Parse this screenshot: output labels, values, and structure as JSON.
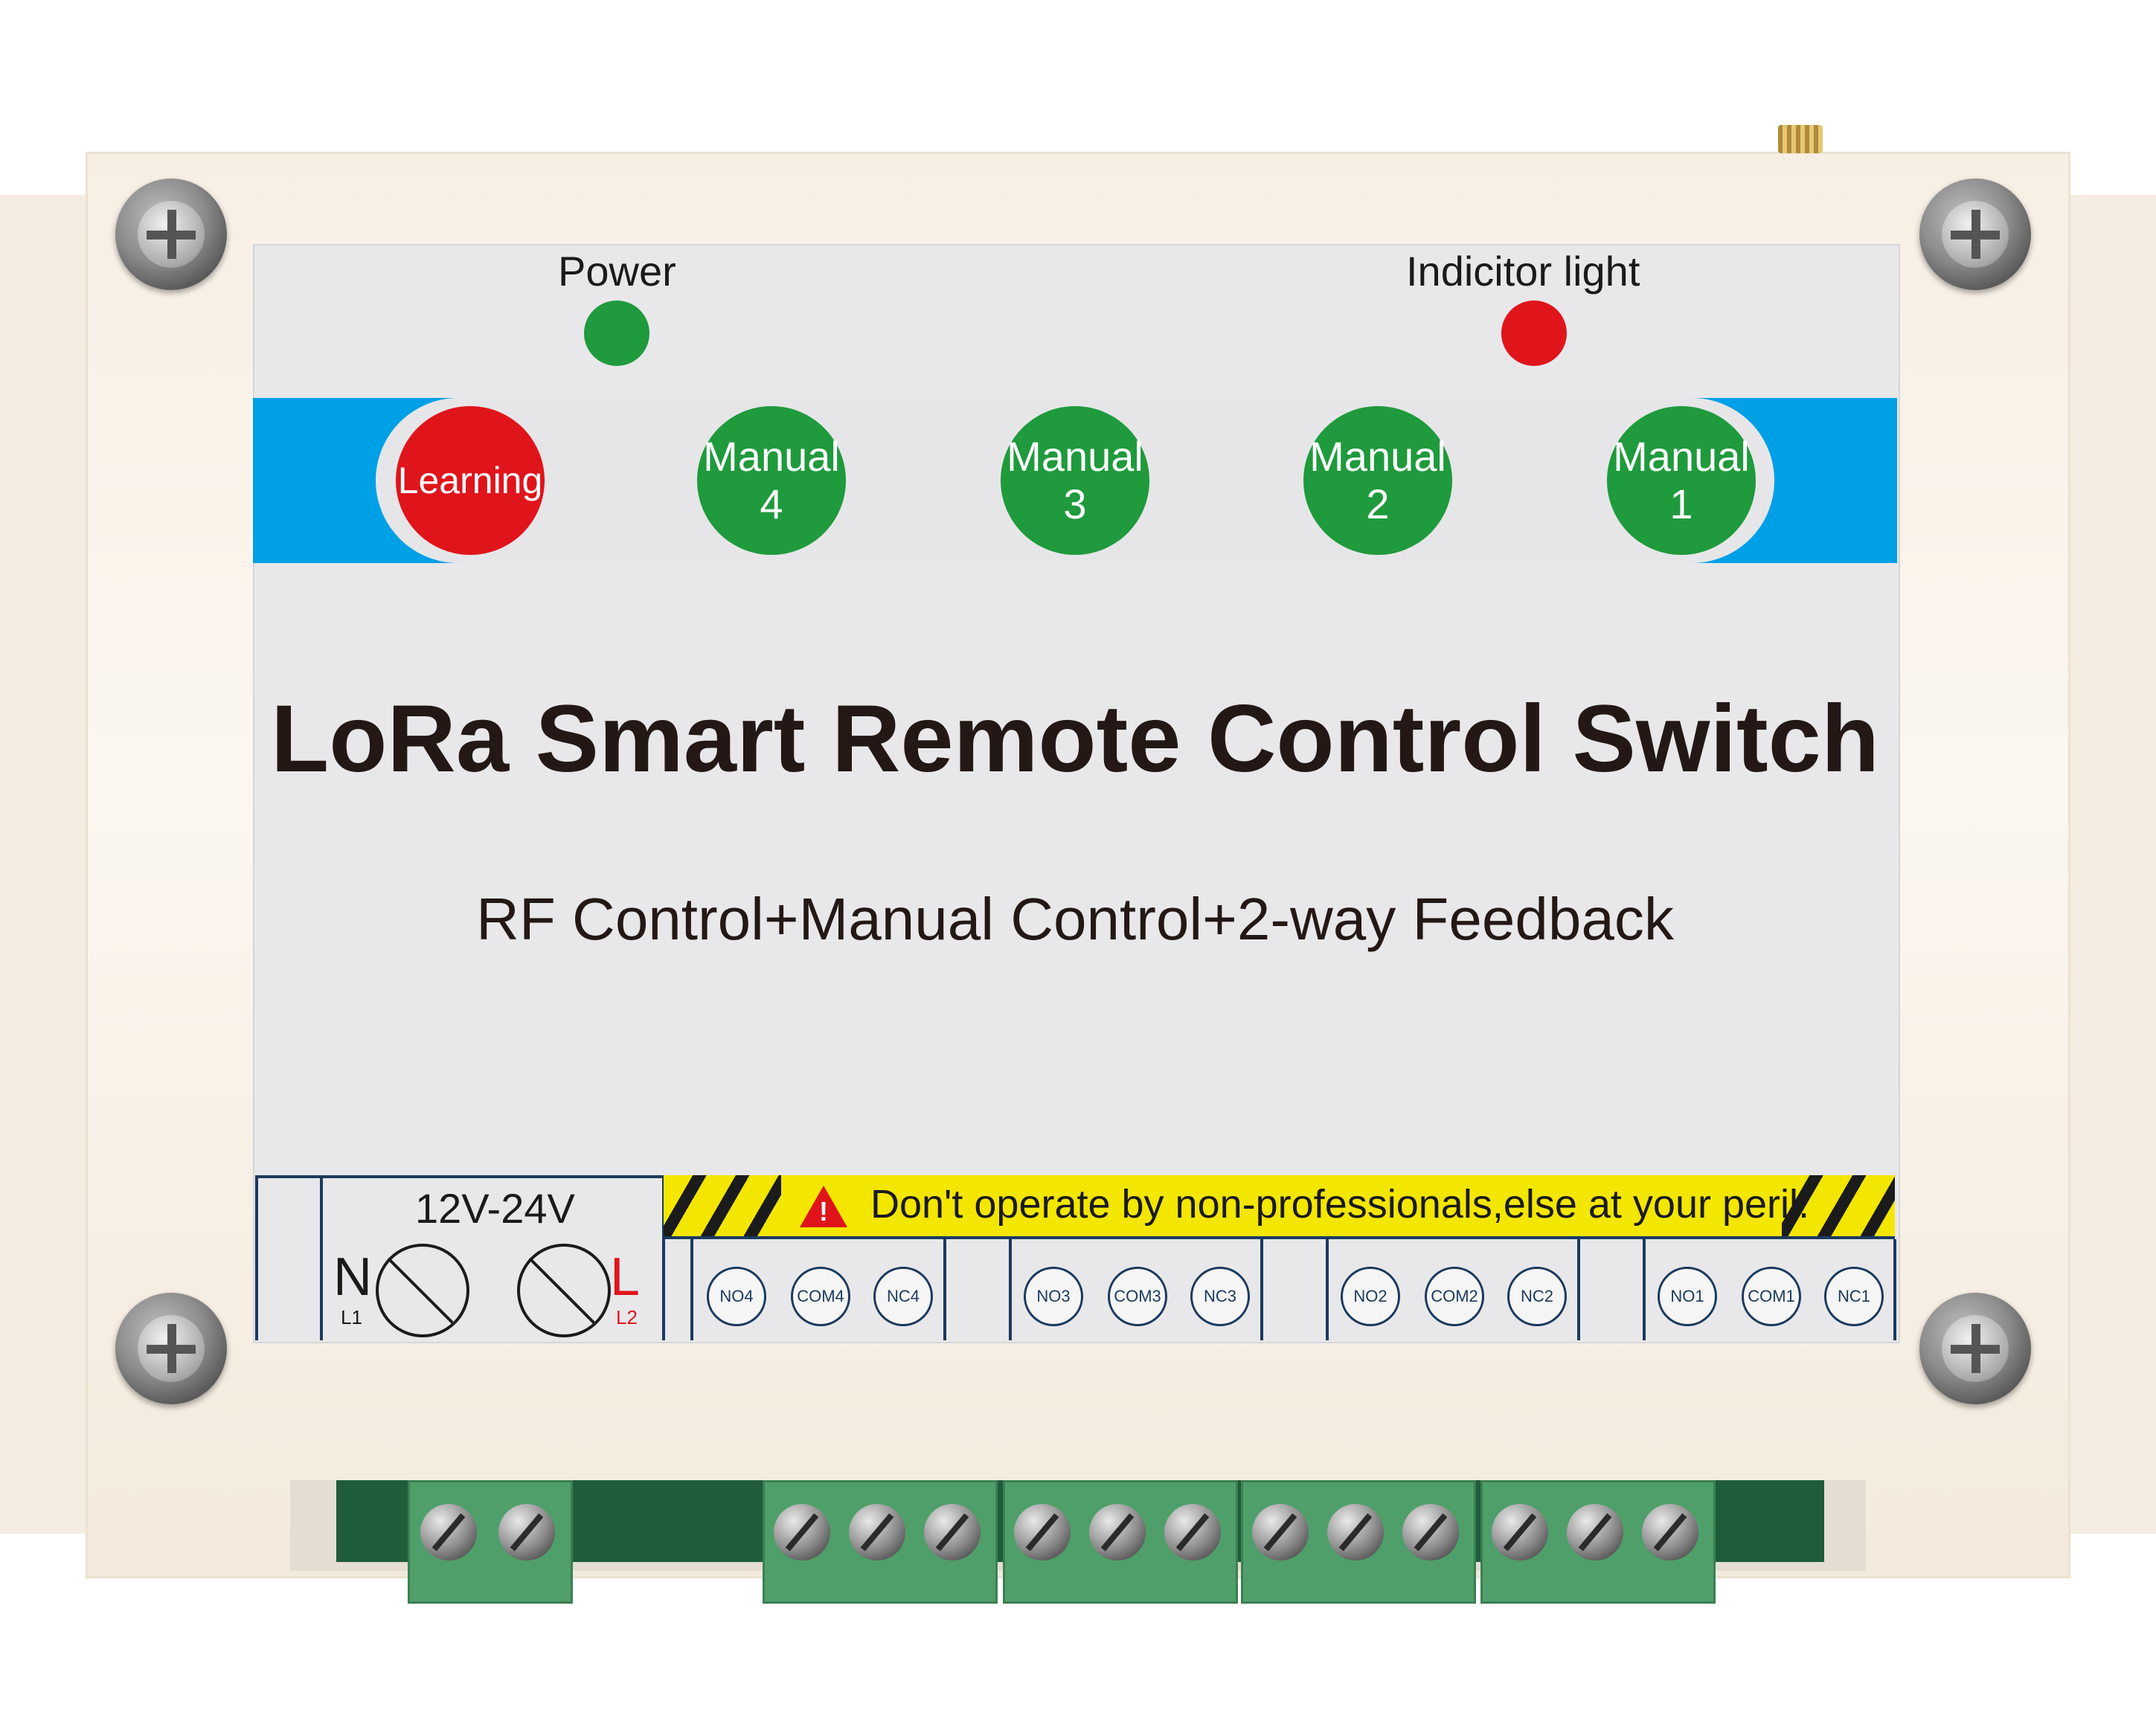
{
  "indicators": {
    "power_label": "Power",
    "indicator_label": "Indicitor light",
    "power_color": "#1f9a3c",
    "indicator_color": "#e0141b"
  },
  "buttons": [
    {
      "line1": "Learning",
      "line2": ""
    },
    {
      "line1": "Manual",
      "line2": "4"
    },
    {
      "line1": "Manual",
      "line2": "3"
    },
    {
      "line1": "Manual",
      "line2": "2"
    },
    {
      "line1": "Manual",
      "line2": "1"
    }
  ],
  "title": "LoRa Smart Remote Control Switch",
  "subtitle": "RF Control+Manual Control+2-way Feedback",
  "power_terminal": {
    "voltage": "12V-24V",
    "n_label": "N",
    "n_sub": "L1",
    "l_label": "L",
    "l_sub": "L2"
  },
  "warning": "Don't operate by non-professionals,else at your peril.",
  "relays": [
    [
      "NO4",
      "COM4",
      "NC4"
    ],
    [
      "NO3",
      "COM3",
      "NC3"
    ],
    [
      "NO2",
      "COM2",
      "NC2"
    ],
    [
      "NO1",
      "COM1",
      "NC1"
    ]
  ],
  "colors": {
    "accent_blue": "#00a0e6",
    "button_green": "#1f9a3c",
    "button_red": "#e0141b",
    "warning_yellow": "#f3e600",
    "terminal_green": "#4f9f6a"
  }
}
